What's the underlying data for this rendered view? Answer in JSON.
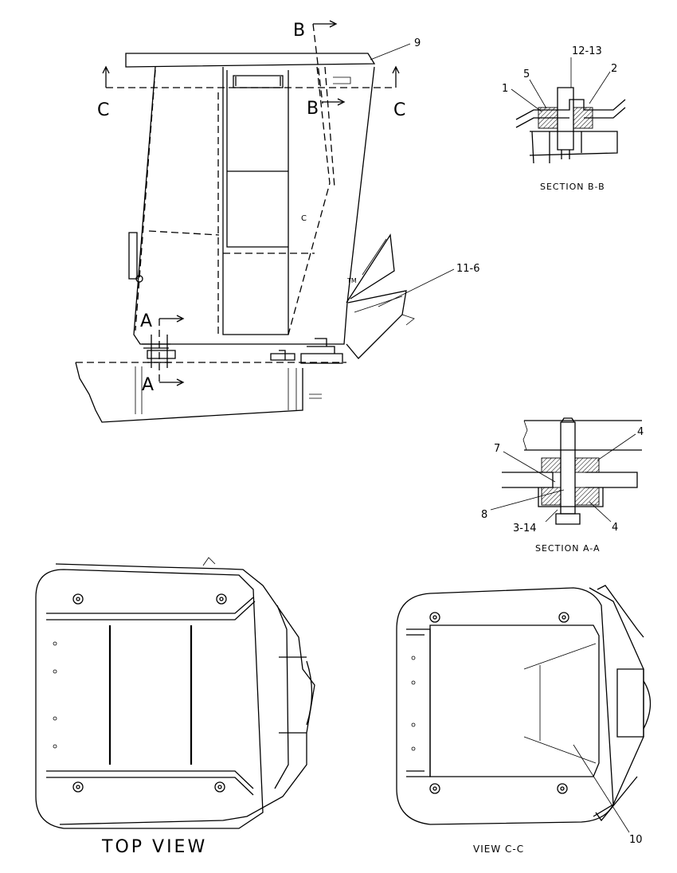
{
  "callouts": {
    "c9": "9",
    "c12_13": "12-13",
    "c5": "5",
    "c1": "1",
    "c2": "2",
    "c11_6": "11-6",
    "c4a": "4",
    "c7": "7",
    "c8": "8",
    "c3_14": "3-14",
    "c4b": "4",
    "c10": "10"
  },
  "section_markers": {
    "b_top": "B",
    "b_mid": "B",
    "c_left": "C",
    "c_right": "C",
    "a_top": "A",
    "a_bottom": "A",
    "c_door": "C",
    "tm": "TM"
  },
  "titles": {
    "section_bb": "SECTION B-B",
    "section_aa": "SECTION A-A",
    "top_view": "TOP VIEW",
    "view_cc": "VIEW C-C"
  }
}
